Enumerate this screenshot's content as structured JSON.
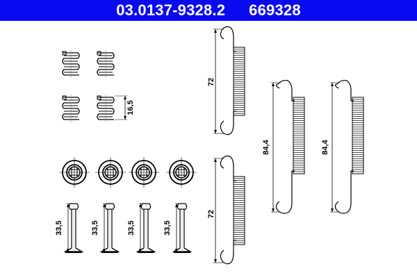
{
  "header": {
    "part_number": "03.0137-9328.2",
    "article_number": "669328",
    "background_color": "#0a0af0",
    "text_color": "#ffffff"
  },
  "components": {
    "small_springs": {
      "count": 4,
      "dimension": "16,5"
    },
    "washers": {
      "count": 4
    },
    "pins": {
      "count": 4,
      "dimension": "33,5"
    },
    "tension_springs_72": {
      "count": 2,
      "dimension": "72"
    },
    "tension_springs_84": {
      "count": 2,
      "dimension": "84,4"
    }
  },
  "labels": {
    "dim_small_spring": "16,5",
    "dim_pin_1": "33,5",
    "dim_pin_2": "33,5",
    "dim_pin_3": "33,5",
    "dim_pin_4": "33,5",
    "dim_spring_72_top": "72",
    "dim_spring_72_bottom": "72",
    "dim_spring_84_left": "84,4",
    "dim_spring_84_right": "84,4"
  }
}
